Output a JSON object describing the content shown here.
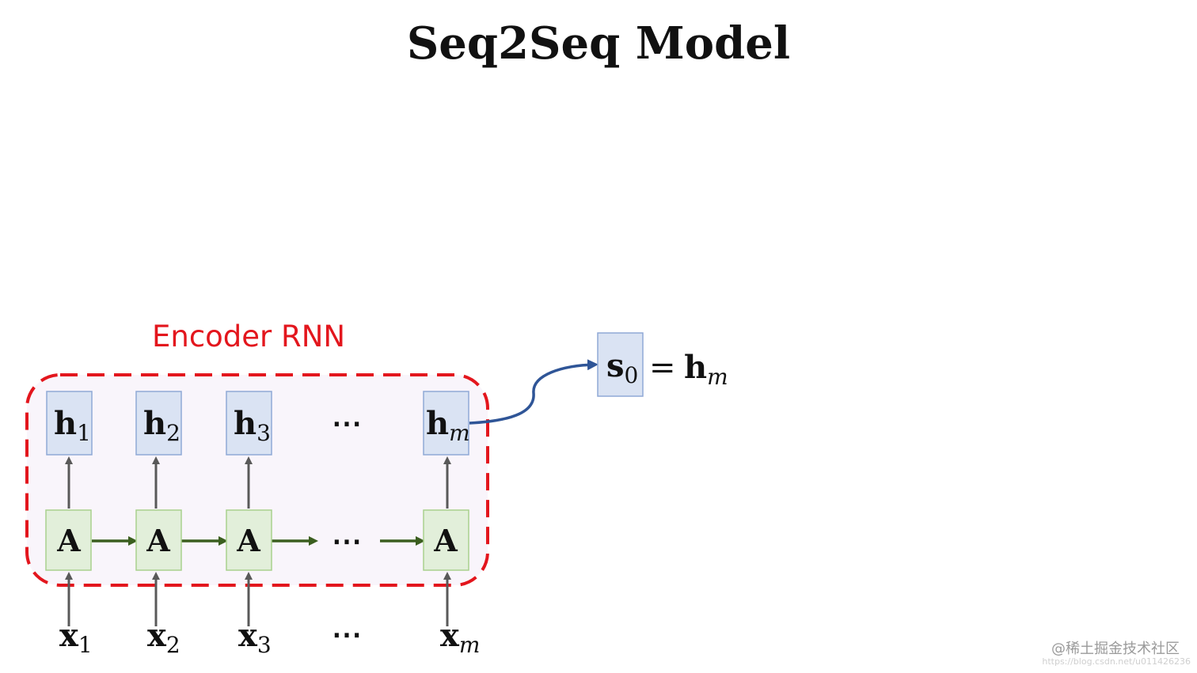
{
  "title": "Seq2Seq Model",
  "encoder_label": "Encoder RNN",
  "cell_label": "A",
  "ellipsis": "⋯",
  "hidden": [
    {
      "base": "h",
      "sub": "1"
    },
    {
      "base": "h",
      "sub": "2"
    },
    {
      "base": "h",
      "sub": "3"
    },
    {
      "base": "h",
      "sub": "m"
    }
  ],
  "inputs": [
    {
      "base": "x",
      "sub": "1"
    },
    {
      "base": "x",
      "sub": "2"
    },
    {
      "base": "x",
      "sub": "3"
    },
    {
      "base": "x",
      "sub": "m"
    }
  ],
  "decoder_state": {
    "base": "s",
    "sub": "0",
    "equals": "=",
    "rhs_base": "h",
    "rhs_sub": "m"
  },
  "watermark": "@稀土掘金技术社区",
  "watermark_url": "https://blog.csdn.net/u011426236",
  "colors": {
    "encoder_border": "#e3161d",
    "encoder_fill": "#f9f5fb",
    "hidden_fill": "#dae3f3",
    "hidden_border": "#8fa9d6",
    "cell_fill": "#e2efda",
    "cell_border": "#a9d18e",
    "recurrent_arrow": "#3b5e1f",
    "vertical_arrow": "#595959",
    "link_arrow": "#2f5597"
  }
}
